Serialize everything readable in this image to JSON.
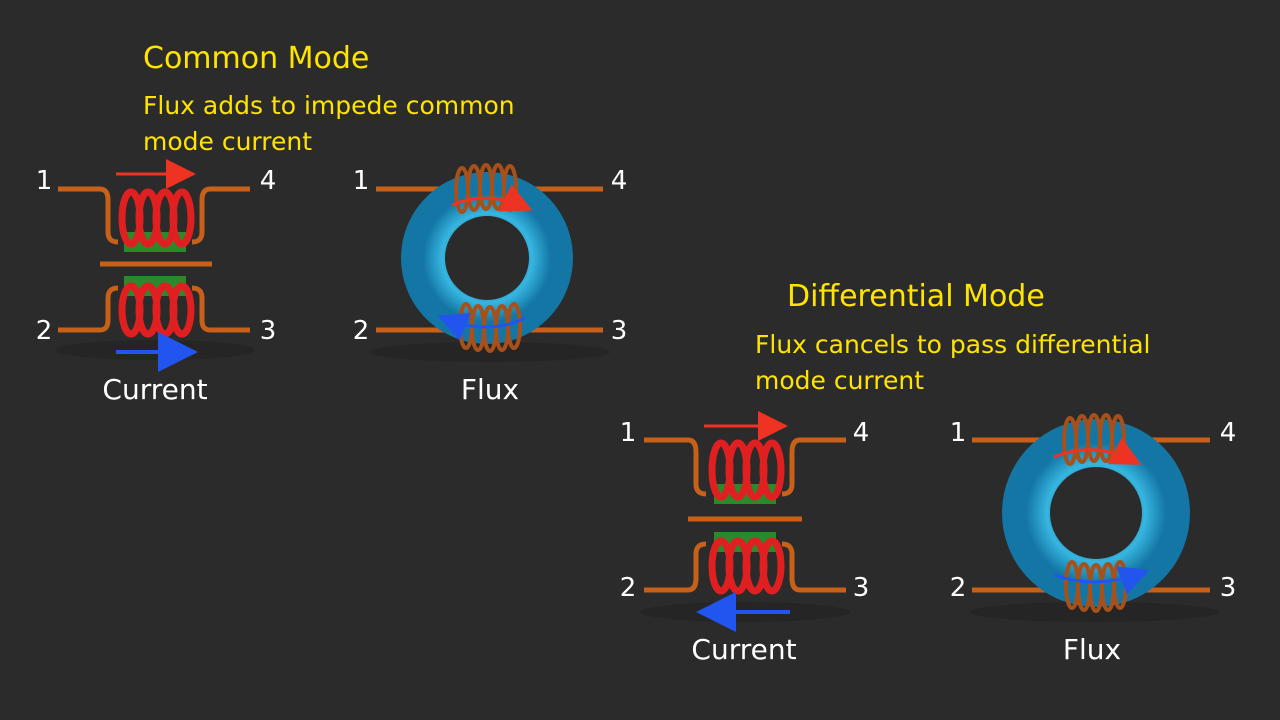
{
  "common_mode": {
    "title": "Common Mode",
    "desc_line1": "Flux adds to impede common",
    "desc_line2": "mode current",
    "current_caption": "Current",
    "flux_caption": "Flux",
    "current_arrow_direction": "right",
    "flux_arrows": "same direction (adding)"
  },
  "differential_mode": {
    "title": "Differential Mode",
    "desc_line1": "Flux cancels to pass differential",
    "desc_line2": "mode current",
    "current_caption": "Current",
    "flux_caption": "Flux",
    "current_arrow_direction": "left",
    "flux_arrows": "opposite direction (cancelling)"
  },
  "terminals": [
    "1",
    "2",
    "3",
    "4"
  ],
  "colors": {
    "background": "#2b2b2b",
    "heading": "#ffe400",
    "coil": "#e02020",
    "wire": "#c8601a",
    "core_block": "#2a8a2a",
    "toroid": "#2aa3d0",
    "arrow_top": "#ee3322",
    "arrow_bottom": "#2255ee"
  }
}
